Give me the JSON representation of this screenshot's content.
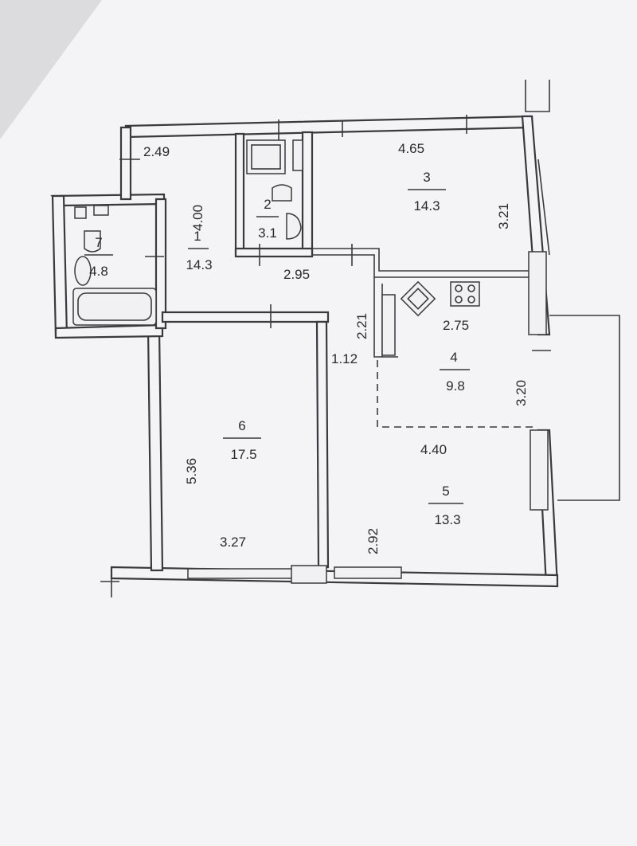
{
  "rooms": [
    {
      "number": "1",
      "area": "14.3"
    },
    {
      "number": "2",
      "area": "3.1"
    },
    {
      "number": "3",
      "area": "14.3"
    },
    {
      "number": "4",
      "area": "9.8"
    },
    {
      "number": "5",
      "area": "13.3"
    },
    {
      "number": "6",
      "area": "17.5"
    },
    {
      "number": "7",
      "area": "4.8"
    }
  ],
  "dimensions": {
    "hall_width": "2.49",
    "hall_length": "4.00",
    "corridor": "2.95",
    "corridor_height": "2.21",
    "passage": "1.12",
    "room3_width": "4.65",
    "room3_depth": "3.21",
    "kitchen_width": "2.75",
    "kitchen_depth": "3.20",
    "living_width": "4.40",
    "living_depth": "2.92",
    "bedroom_depth": "5.36",
    "bedroom_width": "3.27"
  },
  "colors": {
    "paper": "#f4f4f6",
    "line": "#3a3a3e",
    "background": "#dcdcde"
  }
}
